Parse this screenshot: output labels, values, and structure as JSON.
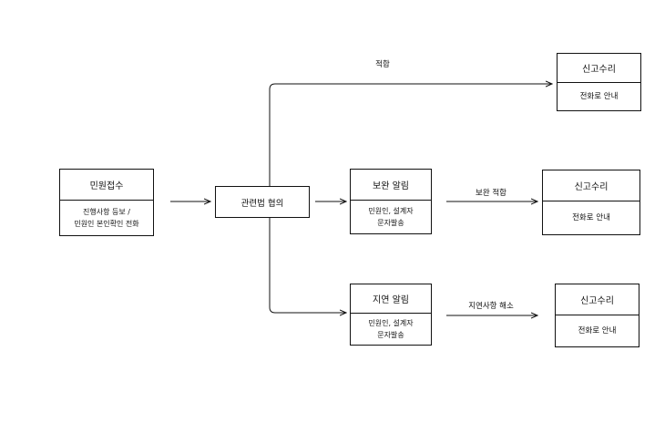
{
  "nodes": {
    "intake": {
      "title": "민원접수",
      "lines": [
        "진행사항 등보 /",
        "민원인 본인확인 전화"
      ]
    },
    "review": {
      "title": "관련법 협의"
    },
    "security": {
      "title": "보완 알림",
      "lines": [
        "민원인, 설계자",
        "문자발송"
      ]
    },
    "delay": {
      "title": "지연 알림",
      "lines": [
        "민원인, 설계자",
        "문자발송"
      ]
    },
    "accept_top": {
      "title": "신고수리",
      "lines": [
        "전화로 안내"
      ]
    },
    "accept_mid": {
      "title": "신고수리",
      "lines": [
        "전화로 안내"
      ]
    },
    "accept_bot": {
      "title": "신고수리",
      "lines": [
        "전화로 안내"
      ]
    }
  },
  "edges": {
    "suitable": "적합",
    "security_suitable": "보완 적합",
    "delay_resolved": "지연사항 해소"
  },
  "colors": {
    "line": "#111111",
    "background": "#ffffff"
  }
}
